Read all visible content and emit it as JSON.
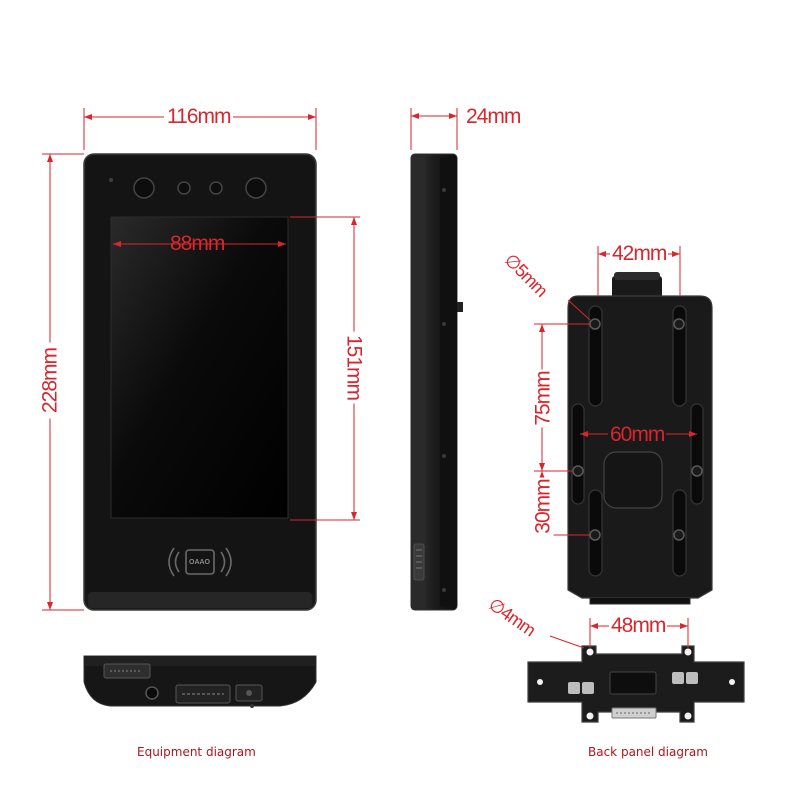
{
  "colors": {
    "dimension": "#d8262c",
    "device_body": "#161616",
    "device_edge": "#2c2c2c",
    "screen": "#050505",
    "background": "#ffffff"
  },
  "front_view": {
    "width_label": "116mm",
    "height_label": "228mm",
    "screen_width_label": "88mm",
    "screen_height_label": "151mm",
    "card_reader_label": "OAAO"
  },
  "side_view": {
    "depth_label": "24mm"
  },
  "back_plate": {
    "hole_diameter_label": "5mm",
    "top_hole_spacing_label": "42mm",
    "vertical_spacing_label": "75mm",
    "middle_hole_spacing_label": "60mm",
    "lower_spacing_label": "30mm",
    "diameter_symbol": "∅"
  },
  "bottom_bracket": {
    "hole_diameter_label": "4mm",
    "hole_spacing_label": "48mm"
  },
  "captions": {
    "equipment": "Equipment diagram",
    "back_panel": "Back panel diagram"
  }
}
